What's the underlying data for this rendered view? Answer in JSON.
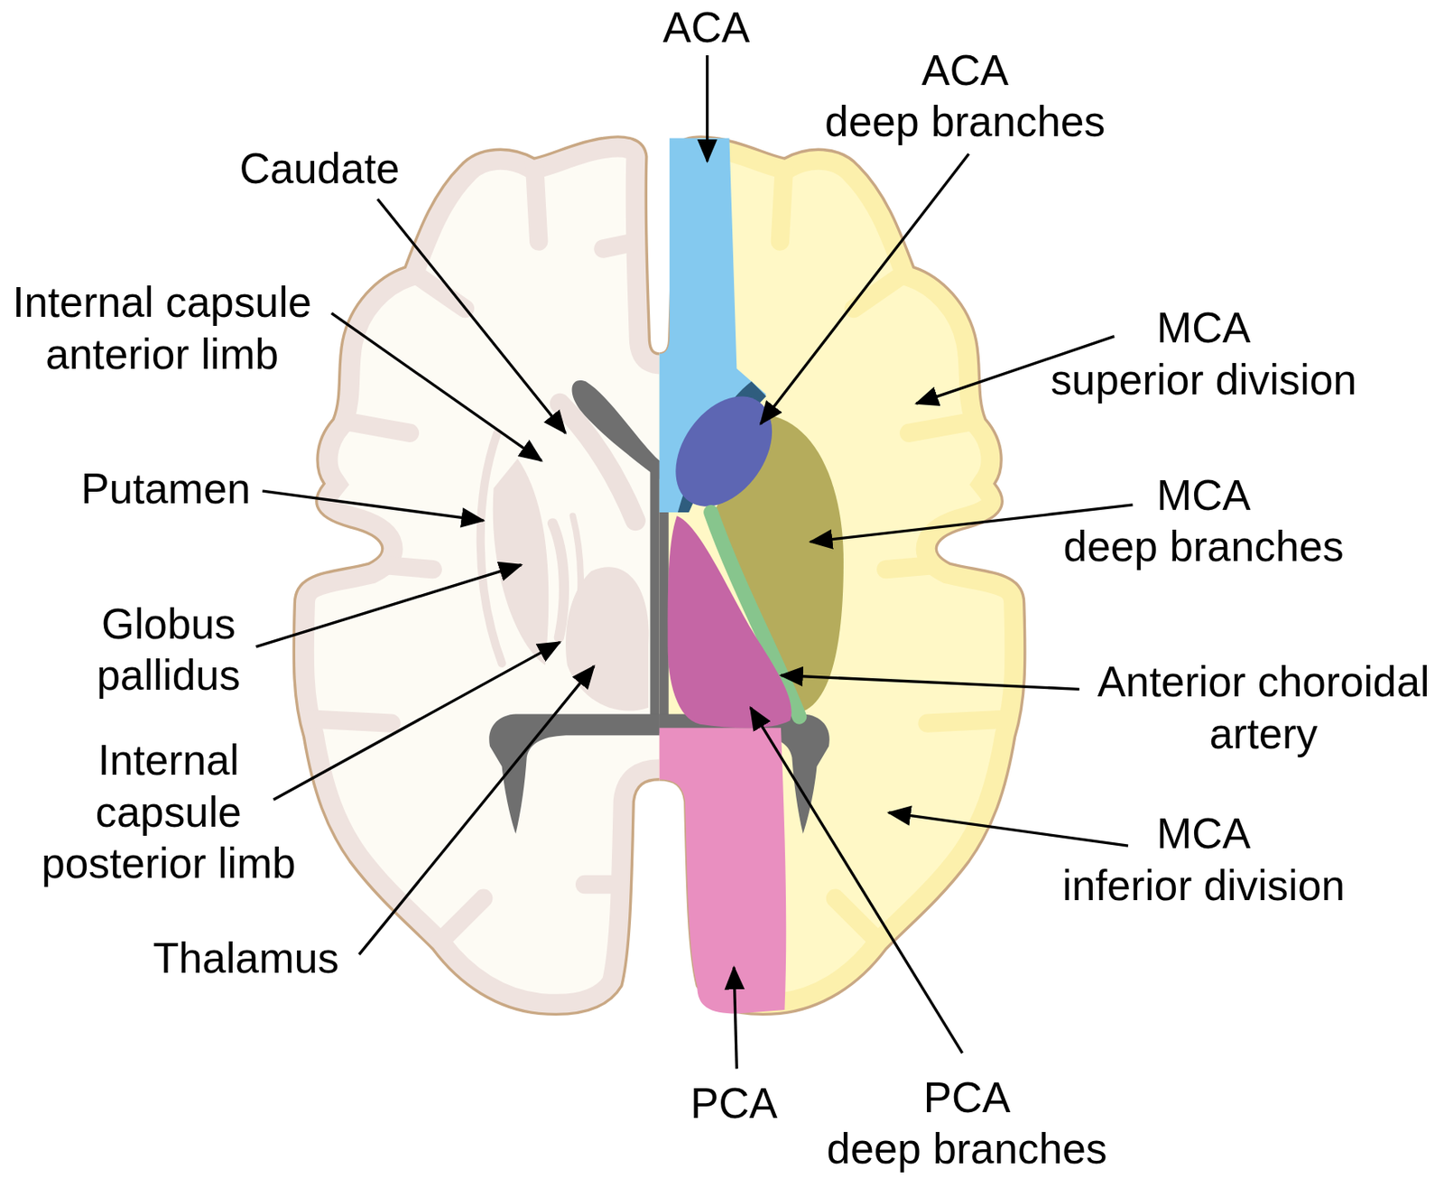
{
  "diagram": {
    "labels": [
      "ACA",
      "ACA deep branches",
      "Caudate",
      "MCA superior division",
      "Internal capsule anterior limb",
      "Putamen",
      "MCA deep branches",
      "Globus pallidus",
      "Anterior choroidal artery",
      "Internal capsule posterior limb",
      "MCA inferior division",
      "Thalamus",
      "PCA",
      "PCA deep branches"
    ]
  }
}
